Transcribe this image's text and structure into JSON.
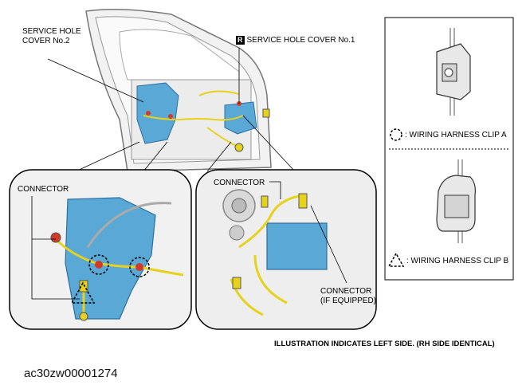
{
  "labels": {
    "service_hole_cover_2_line1": "SERVICE HOLE",
    "service_hole_cover_2_line2": "COVER No.2",
    "service_hole_cover_1_badge": "R",
    "service_hole_cover_1": "SERVICE HOLE COVER No.1",
    "connector_left": "CONNECTOR",
    "connector_right": "CONNECTOR",
    "connector_if_equipped_line1": "CONNECTOR",
    "connector_if_equipped_line2": "(IF EQUIPPED)"
  },
  "legend": {
    "clip_a": ": WIRING HARNESS CLIP A",
    "clip_b": ": WIRING HARNESS CLIP B"
  },
  "footer_note": "ILLUSTRATION INDICATES LEFT SIDE. (RH SIDE IDENTICAL)",
  "figure_code": "ac30zw00001274",
  "colors": {
    "cover_blue": "#5aa8d6",
    "harness_yellow": "#e6d21c",
    "clip_red": "#d13b2a",
    "outline": "#000000"
  }
}
